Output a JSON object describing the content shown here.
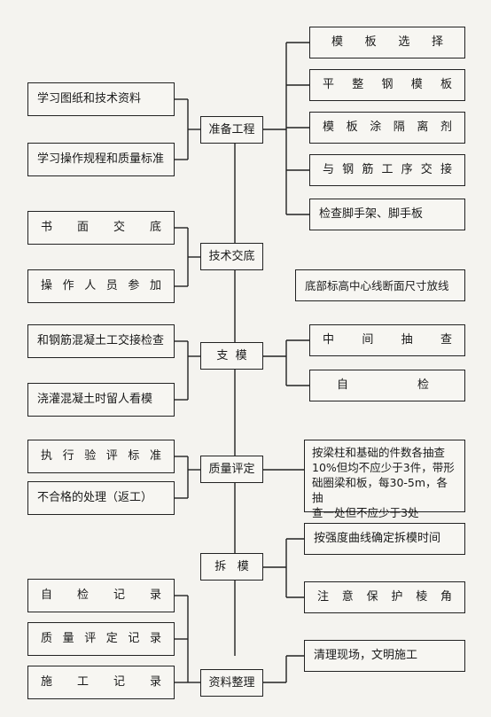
{
  "steps": {
    "prep": "准备工程",
    "tech": "技术交底",
    "support": "支  模",
    "quality": "质量评定",
    "remove": "拆   模",
    "records": "资料整理"
  },
  "left": {
    "study_drawings": "学习图纸和技术资料",
    "study_rules": "学习操作规程和质量标准",
    "written": [
      "书",
      "面",
      "交",
      "底"
    ],
    "operators": [
      "操",
      "作",
      "人",
      "员",
      "参",
      "加"
    ],
    "rebar_handover": "和钢筋混凝土工交接检查",
    "pouring_watch": "浇灌混凝土时留人看模",
    "execute_standard": [
      "执",
      "行",
      "验",
      "评",
      "标",
      "准"
    ],
    "unqualified": "不合格的处理（返工）",
    "self_check_record": [
      "自",
      "检",
      "记",
      "录"
    ],
    "quality_record": [
      "质",
      "量",
      "评",
      "定",
      "记",
      "录"
    ],
    "construction_record": [
      "施",
      "工",
      "记",
      "录"
    ]
  },
  "right": {
    "select_form": [
      "模",
      "板",
      "选",
      "择"
    ],
    "flatten_steel": [
      "平",
      "整",
      "钢",
      "模",
      "板"
    ],
    "release_agent": [
      "模",
      "板",
      "涂",
      "隔",
      "离",
      "剂"
    ],
    "rebar_process": [
      "与",
      "钢",
      "筋",
      "工",
      "序",
      "交",
      "接"
    ],
    "scaffold": "检查脚手架、脚手板",
    "baseline": "底部标高中心线断面尺寸放线",
    "midway_check": [
      "中",
      "间",
      "抽",
      "查"
    ],
    "self_check": [
      "自",
      "检"
    ],
    "sampling": "按梁柱和基础的件数各抽查\n10%但均不应少于3件，带形\n础圈梁和板，每30-5m，各抽\n查一处但不应少于3处",
    "strength_curve": "按强度曲线确定拆模时间",
    "protect_corners": [
      "注",
      "意",
      "保",
      "护",
      "棱",
      "角"
    ],
    "clean_site": "清理现场，文明施工"
  }
}
